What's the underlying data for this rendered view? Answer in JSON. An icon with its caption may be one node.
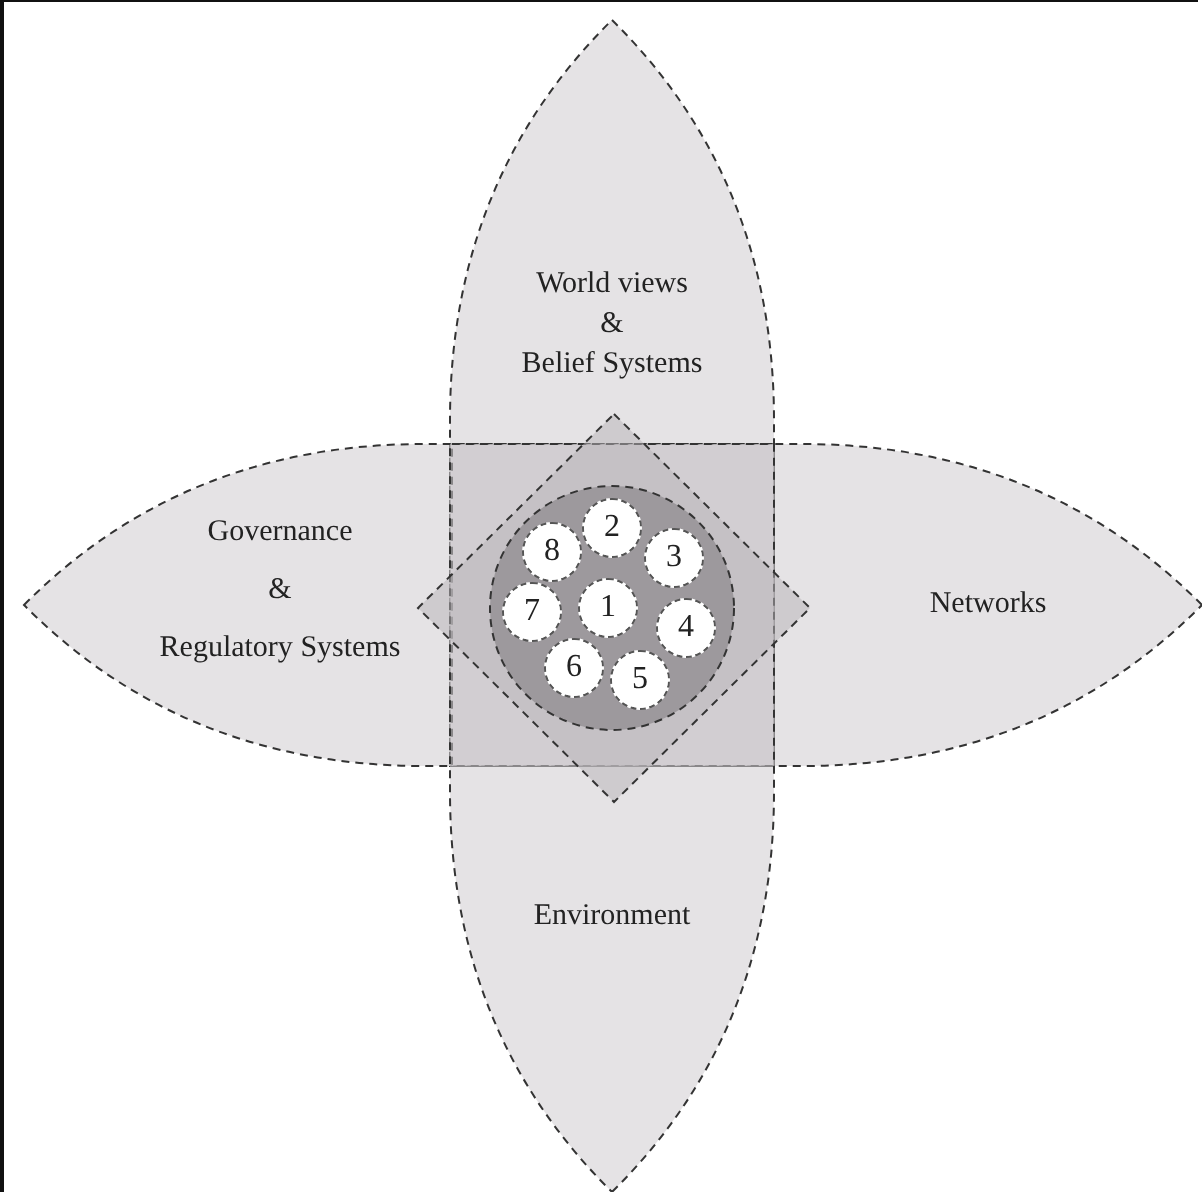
{
  "diagram": {
    "nodes": [
      {
        "text": [
          "World views & Belief Systems"
        ]
      },
      {
        "text": [
          "Governance & Regulatory Systems"
        ]
      },
      {
        "text": [
          "Networks"
        ]
      },
      {
        "text": [
          "Environment"
        ]
      },
      {
        "text": [],
        "shape": "diamond"
      },
      {
        "text": [],
        "shape": "circle"
      },
      {
        "text": [
          "1"
        ],
        "in": 5
      },
      {
        "text": [
          "2"
        ],
        "in": 5
      },
      {
        "text": [
          "3"
        ],
        "in": 5
      },
      {
        "text": [
          "4"
        ],
        "in": 5
      },
      {
        "text": [
          "5"
        ],
        "in": 5
      },
      {
        "text": [
          "6"
        ],
        "in": 5
      },
      {
        "text": [
          "7"
        ],
        "in": 5
      },
      {
        "text": [
          "8"
        ],
        "in": 5
      }
    ],
    "edges": []
  }
}
